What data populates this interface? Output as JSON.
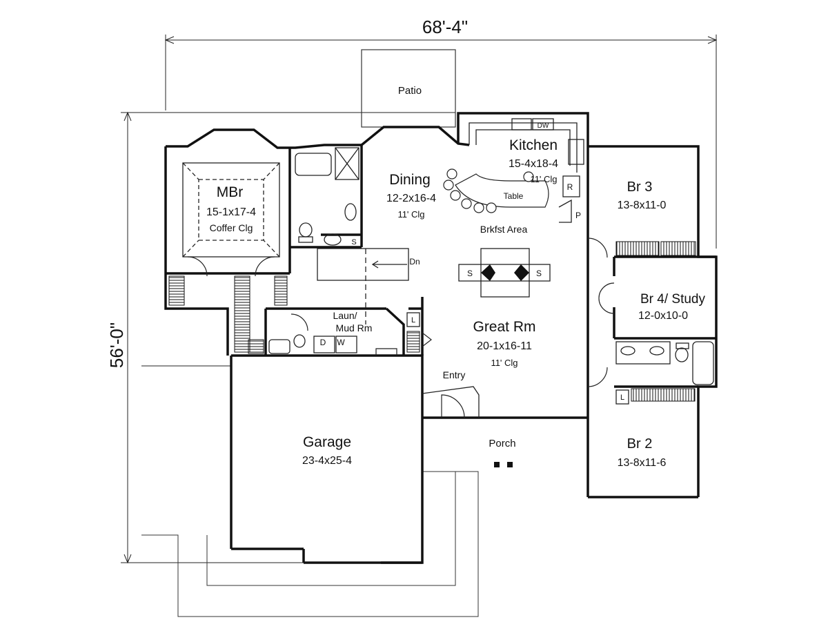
{
  "dimensions": {
    "width": "68'-4\"",
    "depth": "56'-0\""
  },
  "rooms": {
    "patio": {
      "name": "Patio"
    },
    "kitchen": {
      "name": "Kitchen",
      "size": "15-4x18-4",
      "note": "11' Clg"
    },
    "dining": {
      "name": "Dining",
      "size": "12-2x16-4",
      "note": "11' Clg"
    },
    "mbr": {
      "name": "MBr",
      "size": "15-1x17-4",
      "note": "Coffer Clg"
    },
    "br3": {
      "name": "Br 3",
      "size": "13-8x11-0"
    },
    "br4": {
      "name": "Br 4/ Study",
      "size": "12-0x10-0"
    },
    "br2": {
      "name": "Br 2",
      "size": "13-8x11-6"
    },
    "great": {
      "name": "Great Rm",
      "size": "20-1x16-11",
      "note": "11' Clg"
    },
    "laun_line1": "Laun/",
    "laun_line2": "Mud Rm",
    "brkfst": "Brkfst Area",
    "entry": "Entry",
    "porch": "Porch",
    "garage": {
      "name": "Garage",
      "size": "23-4x25-4"
    }
  },
  "fixtures": {
    "table": "Table",
    "dw": "DW",
    "refrigerator": "R",
    "pantry": "P",
    "linen1": "L",
    "linen2": "L",
    "stair_dn": "Dn",
    "shower": "S",
    "seat_left": "S",
    "seat_right": "S",
    "dryer": "D",
    "washer": "W"
  }
}
